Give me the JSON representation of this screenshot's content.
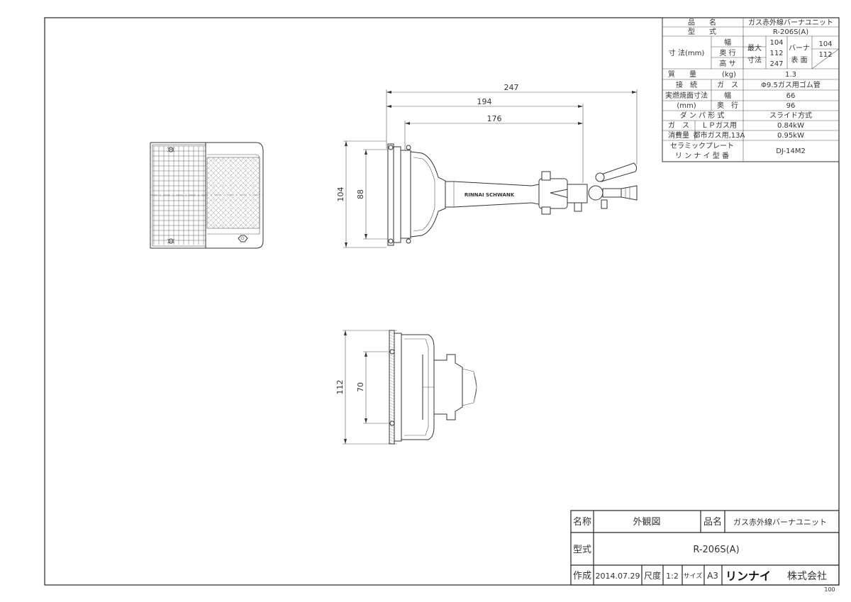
{
  "spec_table": {
    "rows": [
      {
        "label": "品　　名",
        "value": "ガス赤外線バーナユニット"
      },
      {
        "label": "型　　式",
        "value": "R-206S(A)"
      },
      {
        "label": "質　　量",
        "unit": "(kg)",
        "value": "1.3"
      },
      {
        "label": "接　続",
        "sub": "ガ　ス",
        "value": "Φ9.5ガス用ゴム管"
      },
      {
        "label": "実燃焼面寸法",
        "sub": "幅",
        "value": "66"
      },
      {
        "label": "(mm)",
        "sub": "奥　行",
        "value": "96"
      },
      {
        "label": "ダ ン パ 形 式",
        "value": "スライド方式"
      },
      {
        "label": "ガ　ス",
        "sub": "ＬＰガス用",
        "value": "0.84kW"
      },
      {
        "label": "消費量",
        "sub": "都市ガス用,13A",
        "value": "0.95kW"
      },
      {
        "label": "セラミックプレート",
        "label2": "リ ン ナ イ 型 番",
        "value": "DJ-14M2"
      }
    ],
    "dims": {
      "label": "寸 法(mm)",
      "max_label_1": "最大",
      "max_label_2": "寸法",
      "burner_label_1": "バーナ",
      "burner_label_2": "表 面",
      "width_label": "幅",
      "depth_label": "奥 行",
      "height_label": "高 サ",
      "max_width": "104",
      "max_depth": "112",
      "max_height": "247",
      "burner_width": "104",
      "burner_depth": "112"
    }
  },
  "dimensions": {
    "overall_length": "247",
    "length_194": "194",
    "length_176": "176",
    "height_104": "104",
    "height_88": "88",
    "depth_112": "112",
    "depth_70": "70"
  },
  "body_marking": "RINNAI  SCHWANK",
  "title_block": {
    "name_label": "名称",
    "name_value": "外観図",
    "product_label": "品名",
    "product_value": "ガス赤外線バーナユニット",
    "model_label": "型式",
    "model_value": "R-206S(A)",
    "created_label": "作成",
    "created_value": "2014.07.29",
    "scale_label": "尺度",
    "scale_value": "1:2",
    "size_label": "サイズ",
    "size_value": "A3",
    "company_logo": "リンナイ",
    "company_suffix": "株式会社"
  },
  "corner_note": "100"
}
